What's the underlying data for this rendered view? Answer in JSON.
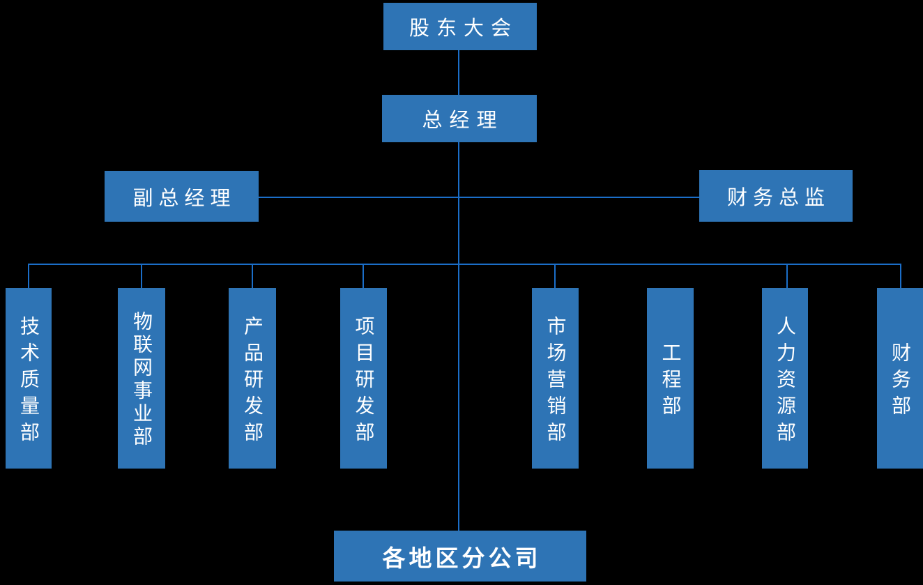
{
  "colors": {
    "background": "#000000",
    "node_fill": "#2e74b5",
    "connector": "#1b6ec8",
    "text": "#ffffff"
  },
  "org_chart": {
    "type": "organization-chart",
    "root": {
      "label": "股东大会"
    },
    "general_manager": {
      "label": "总经理"
    },
    "executives": [
      {
        "label": "副总经理"
      },
      {
        "label": "财务总监"
      }
    ],
    "departments": [
      {
        "label": "技术质量部"
      },
      {
        "label": "物联网事业部"
      },
      {
        "label": "产品研发部"
      },
      {
        "label": "项目研发部"
      },
      {
        "label": "市场营销部"
      },
      {
        "label": "工程部"
      },
      {
        "label": "人力资源部"
      },
      {
        "label": "财务部"
      }
    ],
    "regional": {
      "label": "各地区分公司"
    }
  }
}
